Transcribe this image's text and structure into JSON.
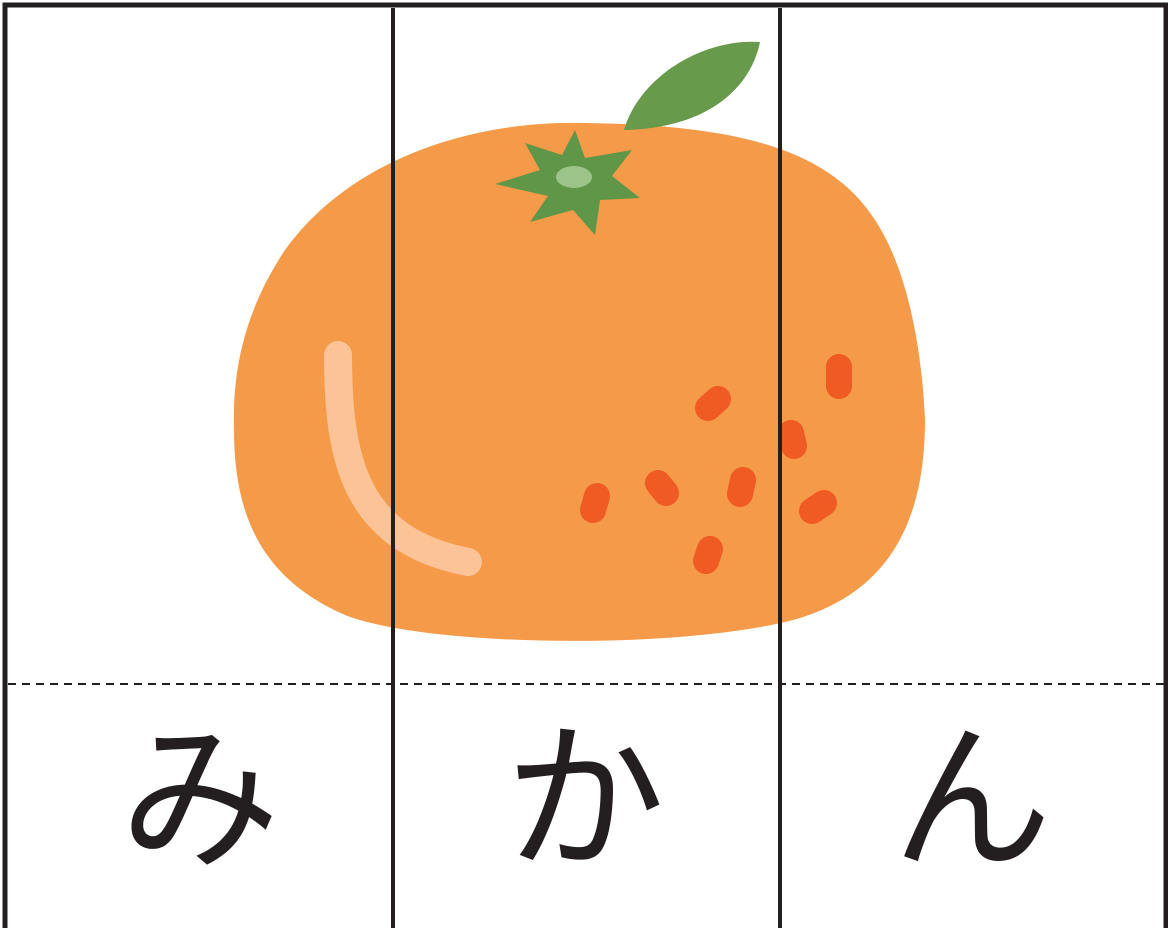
{
  "card": {
    "kana": [
      "み",
      "か",
      "ん"
    ]
  },
  "colors": {
    "border": "#231f20",
    "fruit": "#f59a48",
    "highlight": "#fcc396",
    "spots": "#f05a23",
    "leaf": "#679a4a",
    "calyx": "#5f9647",
    "calyx_center": "#9cc48a"
  },
  "icons": {
    "illustration": "mandarin-orange-icon",
    "leaf": "leaf-icon",
    "calyx": "star-calyx-icon"
  }
}
